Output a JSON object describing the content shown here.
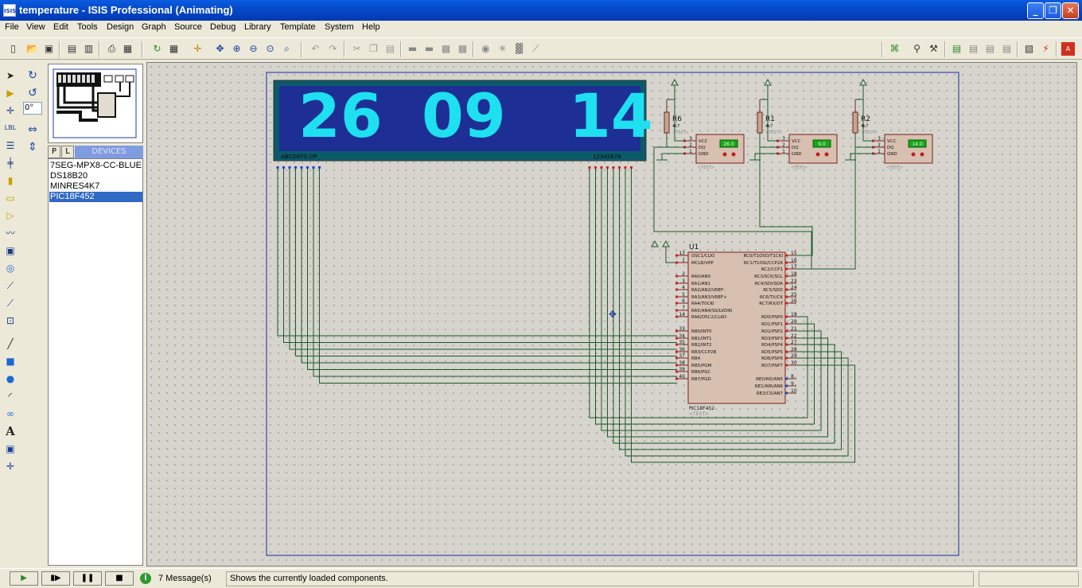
{
  "window": {
    "title": "temperature - ISIS Professional (Animating)",
    "icon_text": "ISIS",
    "minimize": "_",
    "restore": "❐",
    "close": "✕"
  },
  "menu": [
    "File",
    "View",
    "Edit",
    "Tools",
    "Design",
    "Graph",
    "Source",
    "Debug",
    "Library",
    "Template",
    "System",
    "Help"
  ],
  "rotation": {
    "angle": "0°"
  },
  "device_tabs": {
    "p": "P",
    "l": "L",
    "header": "DEVICES"
  },
  "devices": [
    "7SEG-MPX8-CC-BLUE",
    "DS18B20",
    "MINRES4K7",
    "PIC18F452"
  ],
  "selected_device": "PIC18F452",
  "status": {
    "messages": "7 Message(s)",
    "text": "Shows the currently loaded components."
  },
  "schematic": {
    "display": {
      "digits": [
        "26",
        "09",
        "14"
      ],
      "seg_label": "ABCDEFG DP",
      "dig_label": "12345678",
      "digit_color": "#1ee0f0",
      "bg_color": "#1d2f94"
    },
    "resistors": [
      {
        "ref": "R6",
        "value": "4k7",
        "text": "<TEXT>"
      },
      {
        "ref": "R1",
        "value": "4k7",
        "text": "<TEXT>"
      },
      {
        "ref": "R2",
        "value": "4k7",
        "text": "<TEXT>"
      }
    ],
    "sensors": [
      {
        "readout": "26.0",
        "pins": [
          "VCC",
          "DQ",
          "GND"
        ],
        "pin_nums": [
          "3",
          "2",
          "1"
        ],
        "text": "<TEXT>"
      },
      {
        "readout": "9.0",
        "pins": [
          "VCC",
          "DQ",
          "GND"
        ],
        "pin_nums": [
          "3",
          "2",
          "1"
        ],
        "text": "<TEXT>"
      },
      {
        "readout": "14.0",
        "pins": [
          "VCC",
          "DQ",
          "GND"
        ],
        "pin_nums": [
          "3",
          "2",
          "1"
        ],
        "text": "<TEXT>"
      }
    ],
    "mcu": {
      "ref": "U1",
      "part": "PIC18F452",
      "text": "<TEXT>",
      "left_pins": [
        {
          "num": "13",
          "name": "OSC1/CLKI"
        },
        {
          "num": "1",
          "name": "MCLR/VPP"
        },
        {
          "num": "2",
          "name": "RA0/AN0"
        },
        {
          "num": "3",
          "name": "RA1/AN1"
        },
        {
          "num": "4",
          "name": "RA2/AN2/VREF-"
        },
        {
          "num": "5",
          "name": "RA3/AN3/VREF+"
        },
        {
          "num": "6",
          "name": "RA4/T0CKI"
        },
        {
          "num": "7",
          "name": "RA5/AN4/SS/LVDIN"
        },
        {
          "num": "14",
          "name": "RA6/OSC2/CLKO"
        },
        {
          "num": "33",
          "name": "RB0/INT0"
        },
        {
          "num": "34",
          "name": "RB1/INT1"
        },
        {
          "num": "35",
          "name": "RB2/INT2"
        },
        {
          "num": "36",
          "name": "RB3/CCP2B"
        },
        {
          "num": "37",
          "name": "RB4"
        },
        {
          "num": "38",
          "name": "RB5/PGM"
        },
        {
          "num": "39",
          "name": "RB6/PGC"
        },
        {
          "num": "40",
          "name": "RB7/PGD"
        }
      ],
      "right_pins": [
        {
          "num": "15",
          "name": "RC0/T1OSO/T1CKI"
        },
        {
          "num": "16",
          "name": "RC1/T1OSI/CCP2A"
        },
        {
          "num": "17",
          "name": "RC2/CCP1"
        },
        {
          "num": "18",
          "name": "RC3/SCK/SCL"
        },
        {
          "num": "23",
          "name": "RC4/SDI/SDA"
        },
        {
          "num": "24",
          "name": "RC5/SDO"
        },
        {
          "num": "25",
          "name": "RC6/TX/CK"
        },
        {
          "num": "26",
          "name": "RC7/RX/DT"
        },
        {
          "num": "19",
          "name": "RD0/PSP0"
        },
        {
          "num": "20",
          "name": "RD1/PSP1"
        },
        {
          "num": "21",
          "name": "RD2/PSP2"
        },
        {
          "num": "22",
          "name": "RD3/PSP3"
        },
        {
          "num": "27",
          "name": "RD4/PSP4"
        },
        {
          "num": "28",
          "name": "RD5/PSP5"
        },
        {
          "num": "29",
          "name": "RD6/PSP6"
        },
        {
          "num": "30",
          "name": "RD7/PSP7"
        },
        {
          "num": "8",
          "name": "RE0/RD/AN5"
        },
        {
          "num": "9",
          "name": "RE1/WR/AN6"
        },
        {
          "num": "10",
          "name": "RE2/CS/AN7"
        }
      ]
    }
  }
}
